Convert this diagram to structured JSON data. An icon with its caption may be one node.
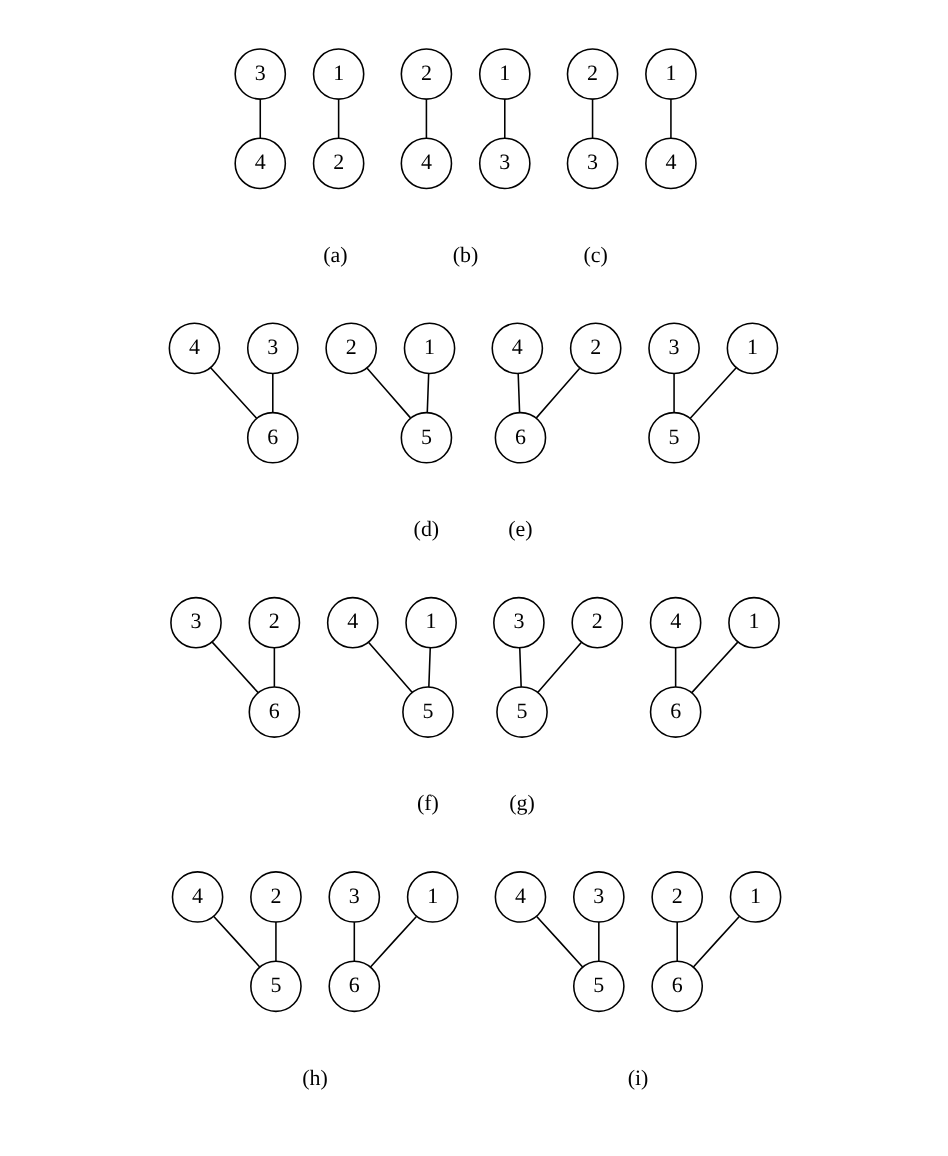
{
  "diagram": {
    "nodes": [
      {
        "text": [
          "1"
        ]
      },
      {
        "text": [
          "3"
        ]
      },
      {
        "text": [
          "2"
        ]
      },
      {
        "text": [
          "4"
        ]
      },
      {
        "text": [
          "1"
        ]
      },
      {
        "text": [
          "2"
        ]
      },
      {
        "text": [
          "3"
        ]
      },
      {
        "text": [
          "4"
        ]
      },
      {
        "text": [
          "1"
        ]
      },
      {
        "text": [
          "2"
        ]
      },
      {
        "text": [
          "4"
        ]
      },
      {
        "text": [
          "3"
        ]
      },
      {
        "text": [
          "1"
        ]
      },
      {
        "text": [
          "2"
        ]
      },
      {
        "text": [
          "3"
        ]
      },
      {
        "text": [
          "4"
        ]
      },
      {
        "text": [
          "5"
        ]
      },
      {
        "text": [
          "6"
        ]
      },
      {
        "text": [
          "1"
        ]
      },
      {
        "text": [
          "3"
        ]
      },
      {
        "text": [
          "2"
        ]
      },
      {
        "text": [
          "4"
        ]
      },
      {
        "text": [
          "5"
        ]
      },
      {
        "text": [
          "6"
        ]
      },
      {
        "text": [
          "1"
        ]
      },
      {
        "text": [
          "4"
        ]
      },
      {
        "text": [
          "2"
        ]
      },
      {
        "text": [
          "3"
        ]
      },
      {
        "text": [
          "5"
        ]
      },
      {
        "text": [
          "6"
        ]
      },
      {
        "text": [
          "1"
        ]
      },
      {
        "text": [
          "4"
        ]
      },
      {
        "text": [
          "2"
        ]
      },
      {
        "text": [
          "3"
        ]
      },
      {
        "text": [
          "6"
        ]
      },
      {
        "text": [
          "5"
        ]
      },
      {
        "text": [
          "1"
        ]
      },
      {
        "text": [
          "3"
        ]
      },
      {
        "text": [
          "2"
        ]
      },
      {
        "text": [
          "4"
        ]
      },
      {
        "text": [
          "6"
        ]
      },
      {
        "text": [
          "5"
        ]
      },
      {
        "text": [
          "1"
        ]
      },
      {
        "text": [
          "2"
        ]
      },
      {
        "text": [
          "3"
        ]
      },
      {
        "text": [
          "4"
        ]
      },
      {
        "text": [
          "6"
        ]
      },
      {
        "text": [
          "5"
        ]
      }
    ],
    "edges": [
      {
        "from": 0,
        "to": 2,
        "arrow": "none"
      },
      {
        "from": 1,
        "to": 3,
        "arrow": "none"
      },
      {
        "from": 4,
        "to": 6,
        "arrow": "none"
      },
      {
        "from": 5,
        "to": 7,
        "arrow": "none"
      },
      {
        "from": 8,
        "to": 10,
        "arrow": "none"
      },
      {
        "from": 9,
        "to": 11,
        "arrow": "none"
      },
      {
        "from": 12,
        "to": 16,
        "arrow": "none"
      },
      {
        "from": 13,
        "to": 16,
        "arrow": "none"
      },
      {
        "from": 14,
        "to": 17,
        "arrow": "none"
      },
      {
        "from": 15,
        "to": 17,
        "arrow": "none"
      },
      {
        "from": 18,
        "to": 22,
        "arrow": "none"
      },
      {
        "from": 19,
        "to": 22,
        "arrow": "none"
      },
      {
        "from": 20,
        "to": 23,
        "arrow": "none"
      },
      {
        "from": 21,
        "to": 23,
        "arrow": "none"
      },
      {
        "from": 24,
        "to": 28,
        "arrow": "none"
      },
      {
        "from": 25,
        "to": 28,
        "arrow": "none"
      },
      {
        "from": 26,
        "to": 29,
        "arrow": "none"
      },
      {
        "from": 27,
        "to": 29,
        "arrow": "none"
      },
      {
        "from": 30,
        "to": 34,
        "arrow": "none"
      },
      {
        "from": 31,
        "to": 34,
        "arrow": "none"
      },
      {
        "from": 32,
        "to": 35,
        "arrow": "none"
      },
      {
        "from": 33,
        "to": 35,
        "arrow": "none"
      },
      {
        "from": 36,
        "to": 40,
        "arrow": "none"
      },
      {
        "from": 37,
        "to": 40,
        "arrow": "none"
      },
      {
        "from": 38,
        "to": 41,
        "arrow": "none"
      },
      {
        "from": 39,
        "to": 41,
        "arrow": "none"
      },
      {
        "from": 42,
        "to": 46,
        "arrow": "none"
      },
      {
        "from": 43,
        "to": 46,
        "arrow": "none"
      },
      {
        "from": 44,
        "to": 47,
        "arrow": "none"
      },
      {
        "from": 45,
        "to": 47,
        "arrow": "none"
      }
    ],
    "labels": [
      "(a)",
      "(b)",
      "(c)",
      "(d)",
      "(e)",
      "(f)",
      "(g)",
      "(h)",
      "(i)"
    ]
  }
}
